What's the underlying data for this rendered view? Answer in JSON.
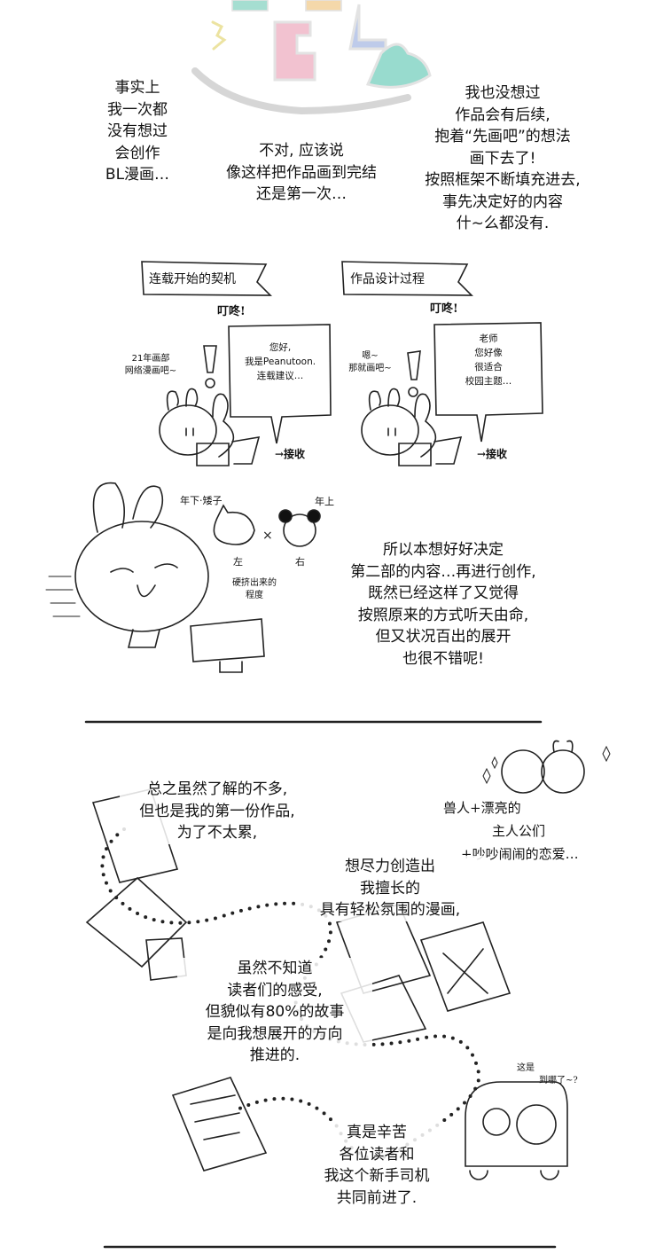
{
  "panel1": {
    "caption_a": [
      "事实上",
      "我一次都",
      "没有想过",
      "会创作",
      "BL漫画…"
    ],
    "caption_b": [
      "不对, 应该说",
      "像这样把作品画到完结",
      "还是第一次…"
    ],
    "caption_c": [
      "我也没想过",
      "作品会有后续,",
      "抱着“先画吧”的想法",
      "画下去了!",
      "按照框架不断填充进去,",
      "事先决定好的内容",
      "什~么都没有."
    ]
  },
  "panel2": {
    "left": {
      "banner": "连载开始的契机",
      "sfx": "叮咚!",
      "side_text": [
        "21年画部",
        "网络漫画吧~"
      ],
      "bubble": [
        "您好,",
        "我是Peanutoon.",
        "连载建议…"
      ],
      "action": "→接收"
    },
    "right": {
      "banner": "作品设计过程",
      "sfx": "叮咚!",
      "side_text": [
        "嗯~",
        "那就画吧~"
      ],
      "bubble": [
        "老师",
        "您好像",
        "很适合",
        "校园主题…"
      ],
      "action": "→接收"
    }
  },
  "panel3": {
    "label_younger": "年下·矮子",
    "label_older": "年上",
    "label_left": "左",
    "label_right": "右",
    "note": [
      "硬挤出来的",
      "程度"
    ],
    "caption": [
      "所以本想好好决定",
      "第二部的内容…再进行创作,",
      "既然已经这样了又觉得",
      "按照原来的方式听天由命,",
      "但又状况百出的展开",
      "也很不错呢!"
    ]
  },
  "panel4": {
    "caption_a": [
      "总之虽然了解的不多,",
      "但也是我的第一份作品,",
      "为了不太累,"
    ],
    "caption_b": [
      "想尽力创造出",
      "我擅长的",
      "具有轻松氛围的漫画,"
    ],
    "handwritten": [
      "兽人+漂亮的",
      "主人公们",
      "+吵吵闹闹的恋爱…"
    ],
    "caption_c": [
      "虽然不知道",
      "读者们的感受,",
      "但貌似有80%的故事",
      "是向我想展开的方向",
      "推进的."
    ],
    "car_note": [
      "这是",
      "到哪了~?"
    ],
    "caption_d": [
      "真是辛苦",
      "各位读者和",
      "我这个新手司机",
      "共同前进了."
    ]
  }
}
